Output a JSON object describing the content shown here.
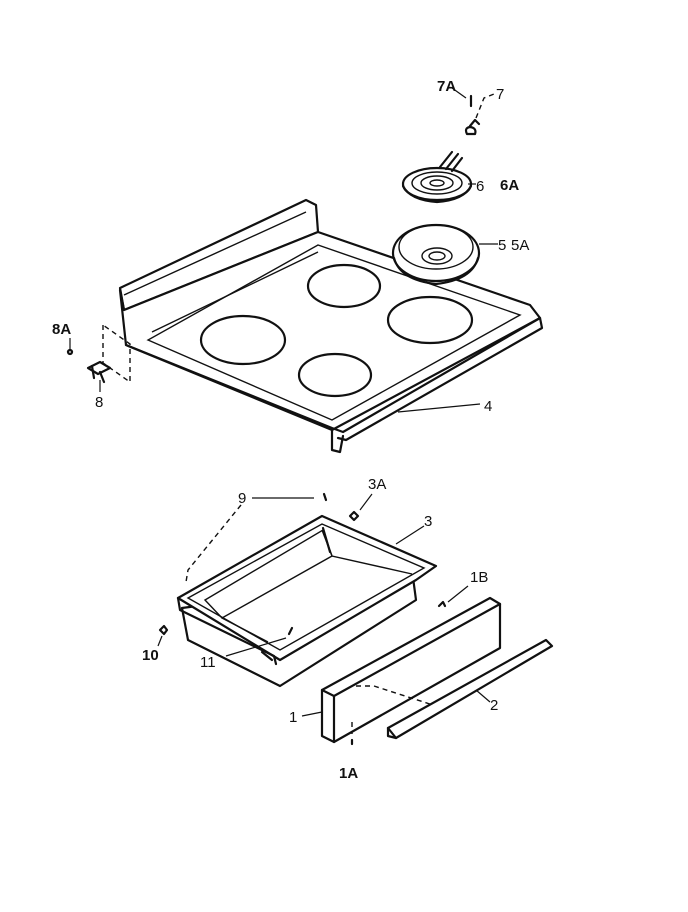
{
  "labels": {
    "p7A": "7A",
    "p7": "7",
    "p6": "6",
    "p6A": "6A",
    "p5": "5",
    "p5A": "5A",
    "p8A": "8A",
    "p8": "8",
    "p4": "4",
    "p9": "9",
    "p3A": "3A",
    "p3": "3",
    "p1B": "1B",
    "p10": "10",
    "p11": "11",
    "p1": "1",
    "p2": "2",
    "p1A": "1A"
  }
}
